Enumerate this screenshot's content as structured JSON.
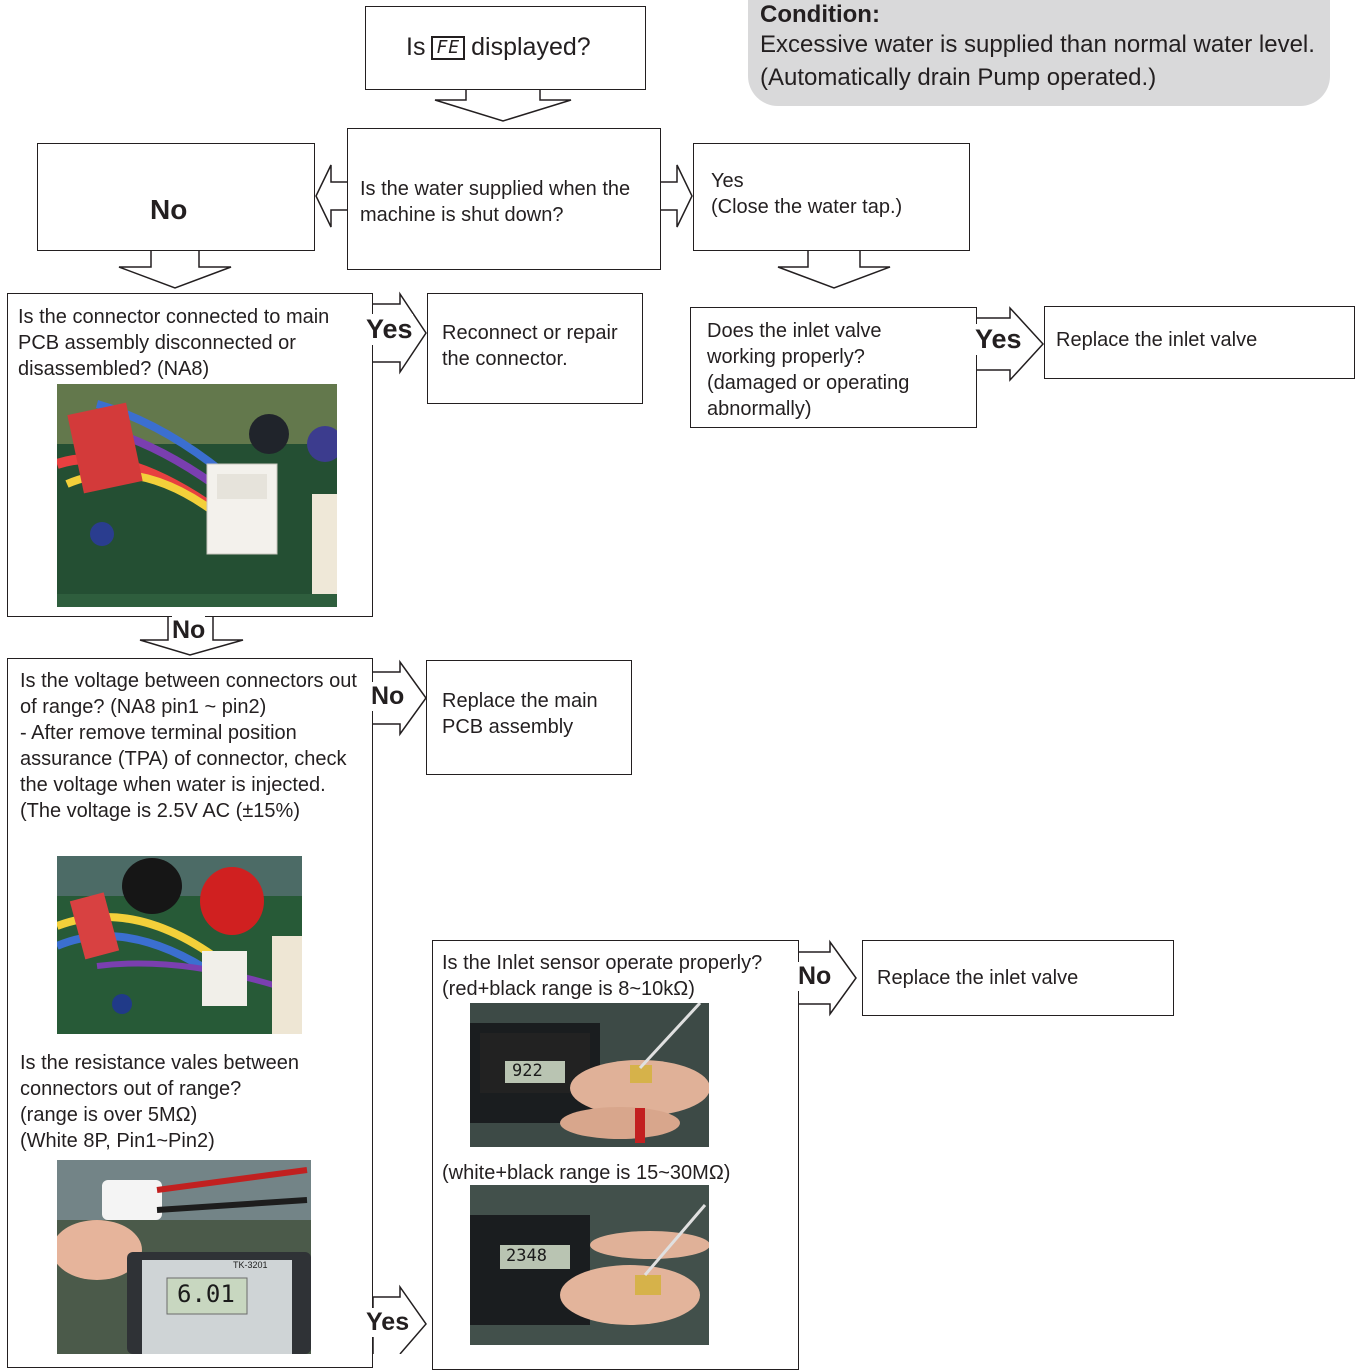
{
  "condition": {
    "title": "Condition:",
    "text": "Excessive water is supplied than normal water level. (Automatically drain Pump operated.)"
  },
  "start": {
    "prefix": "Is",
    "code": "FE",
    "suffix": "displayed?"
  },
  "q_water_shutdown": "Is the water supplied when the machine is shut down?",
  "no_big": "No",
  "yes_close_tap": "Yes\n(Close the water tap.)",
  "q_connector": "Is the connector connected to main PCB assembly disconnected or disassembled? (NA8)",
  "a_reconnect": "Reconnect or repair the connector.",
  "q_inlet_valve": "Does the inlet valve working properly?\n(damaged or operating abnormally)",
  "a_replace_inlet_valve_1": "Replace the inlet valve",
  "q_voltage": "Is the voltage between connectors out of range? (NA8 pin1 ~ pin2)\n - After remove terminal position assurance (TPA) of connector, check the voltage when water is injected.\n(The voltage is 2.5V AC (±15%)",
  "q_resistance": "Is the resistance vales between connectors out of range?\n(range is over 5MΩ)\n(White 8P, Pin1~Pin2)",
  "a_replace_pcb": "Replace the main PCB assembly",
  "q_inlet_sensor": "Is the Inlet sensor operate properly?\n(red+black range is 8~10kΩ)",
  "q_inlet_sensor_2": "(white+black range is 15~30MΩ)",
  "a_replace_inlet_valve_2": "Replace the inlet valve",
  "labels": {
    "yes": "Yes",
    "no": "No"
  },
  "photos": {
    "meter_1_reading": "922",
    "meter_2_reading": "2348",
    "meter_3_reading": "6.01",
    "meter_3_brand": "TK-3201"
  },
  "colors": {
    "condition_bg": "#d9d9da",
    "pcb_green": "#1f5a33",
    "line": "#231f20"
  }
}
